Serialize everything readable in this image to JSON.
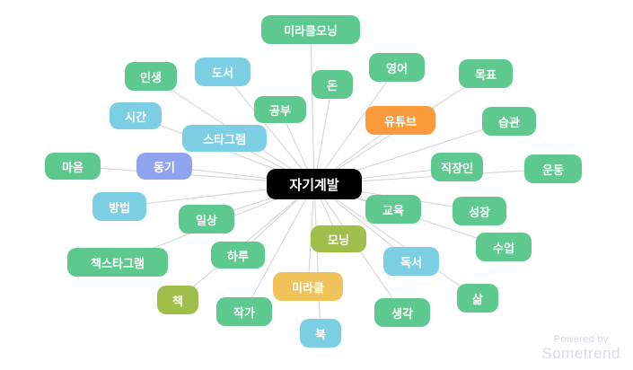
{
  "center": {
    "label": "자기계발"
  },
  "keywords": [
    {
      "label": "미라클모닝",
      "color": "green"
    },
    {
      "label": "인생",
      "color": "green"
    },
    {
      "label": "도서",
      "color": "blue"
    },
    {
      "label": "돈",
      "color": "green"
    },
    {
      "label": "영어",
      "color": "green"
    },
    {
      "label": "목표",
      "color": "green"
    },
    {
      "label": "공부",
      "color": "green"
    },
    {
      "label": "시간",
      "color": "blue"
    },
    {
      "label": "유튜브",
      "color": "orange"
    },
    {
      "label": "습관",
      "color": "green"
    },
    {
      "label": "스타그램",
      "color": "blue"
    },
    {
      "label": "마음",
      "color": "green"
    },
    {
      "label": "동기",
      "color": "purple"
    },
    {
      "label": "직장인",
      "color": "green"
    },
    {
      "label": "운동",
      "color": "green"
    },
    {
      "label": "방법",
      "color": "blue"
    },
    {
      "label": "교육",
      "color": "green"
    },
    {
      "label": "성장",
      "color": "green"
    },
    {
      "label": "일상",
      "color": "green"
    },
    {
      "label": "모닝",
      "color": "olive"
    },
    {
      "label": "수업",
      "color": "green"
    },
    {
      "label": "책스타그램",
      "color": "green"
    },
    {
      "label": "하루",
      "color": "green"
    },
    {
      "label": "독서",
      "color": "blue"
    },
    {
      "label": "삶",
      "color": "green"
    },
    {
      "label": "책",
      "color": "olive"
    },
    {
      "label": "미라클",
      "color": "yellow"
    },
    {
      "label": "작가",
      "color": "green"
    },
    {
      "label": "생각",
      "color": "green"
    },
    {
      "label": "북",
      "color": "blue"
    }
  ],
  "watermark": {
    "line1": "Powered by",
    "line2": "Sometrend"
  },
  "colors": {
    "green": "#5ec98f",
    "blue": "#7ccfe3",
    "orange": "#fb9a3a",
    "purple": "#8fa3ef",
    "olive": "#9fbf4a",
    "yellow": "#f0c25a",
    "center": "#000000"
  }
}
